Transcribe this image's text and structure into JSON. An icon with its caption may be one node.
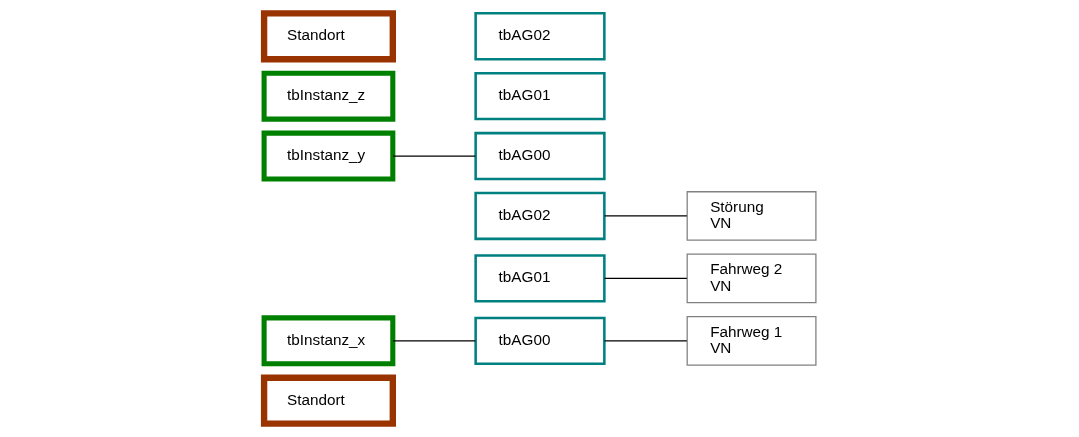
{
  "diagram": {
    "nodes": [
      {
        "text": [
          "Standort"
        ]
      },
      {
        "text": [
          "tbInstanz_x"
        ]
      },
      {
        "text": [
          "tbAG00"
        ]
      },
      {
        "text": [
          "tbAG01"
        ]
      },
      {
        "text": [
          "tbAG02"
        ]
      },
      {
        "text": [
          "Fahrweg 1",
          "VN"
        ]
      },
      {
        "text": [
          "Fahrweg 2",
          "VN"
        ]
      },
      {
        "text": [
          "Störung",
          "VN"
        ]
      },
      {
        "text": [
          "tbInstanz_y"
        ]
      },
      {
        "text": [
          "tbAG00"
        ]
      },
      {
        "text": [
          "tbAG01"
        ]
      },
      {
        "text": [
          "tbAG02"
        ]
      },
      {
        "text": [
          "tbInstanz_z"
        ]
      },
      {
        "text": [
          "Standort"
        ]
      }
    ],
    "edges": [
      {
        "from": 1,
        "to": 2,
        "arrow": "none"
      },
      {
        "from": 2,
        "to": 5,
        "arrow": "none"
      },
      {
        "from": 3,
        "to": 6,
        "arrow": "none"
      },
      {
        "from": 4,
        "to": 7,
        "arrow": "none"
      },
      {
        "from": 8,
        "to": 9,
        "arrow": "none"
      }
    ]
  }
}
